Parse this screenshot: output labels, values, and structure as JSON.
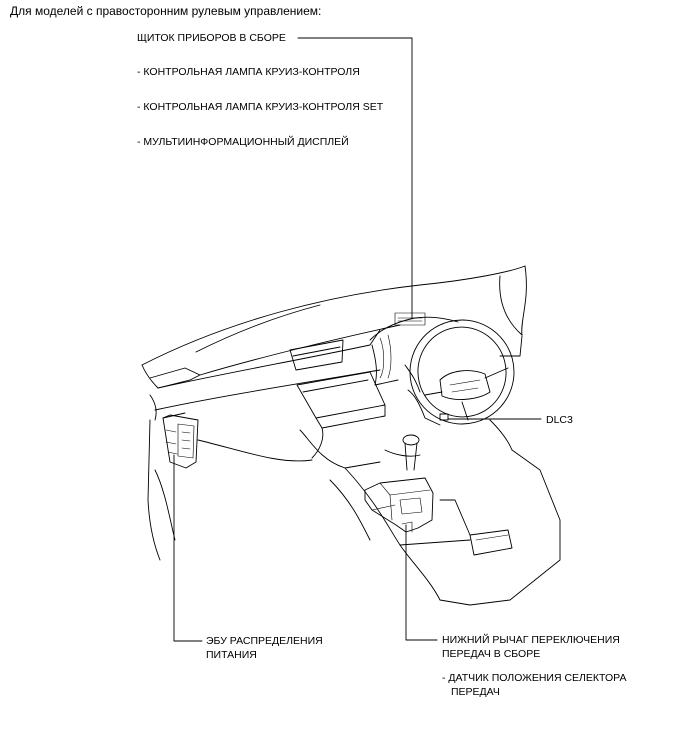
{
  "header": "Для моделей с правосторонним рулевым управлением:",
  "labels": {
    "cluster_title": "ЩИТОК ПРИБОРОВ В СБОРЕ",
    "cluster_item1": "- КОНТРОЛЬНАЯ ЛАМПА КРУИЗ-КОНТРОЛЯ",
    "cluster_item2": "- КОНТРОЛЬНАЯ ЛАМПА КРУИЗ-КОНТРОЛЯ SET",
    "cluster_item3": "- МУЛЬТИИНФОРМАЦИОННЫЙ ДИСПЛЕЙ",
    "dlc3": "DLC3",
    "ecu_line1": "ЭБУ РАСПРЕДЕЛЕНИЯ",
    "ecu_line2": "ПИТАНИЯ",
    "shift_line1": "НИЖНИЙ РЫЧАГ ПЕРЕКЛЮЧЕНИЯ",
    "shift_line2": "ПЕРЕДАЧ В СБОРЕ",
    "sensor_line1": "- ДАТЧИК ПОЛОЖЕНИЯ СЕЛЕКТОРА",
    "sensor_line2": "ПЕРЕДАЧ"
  }
}
